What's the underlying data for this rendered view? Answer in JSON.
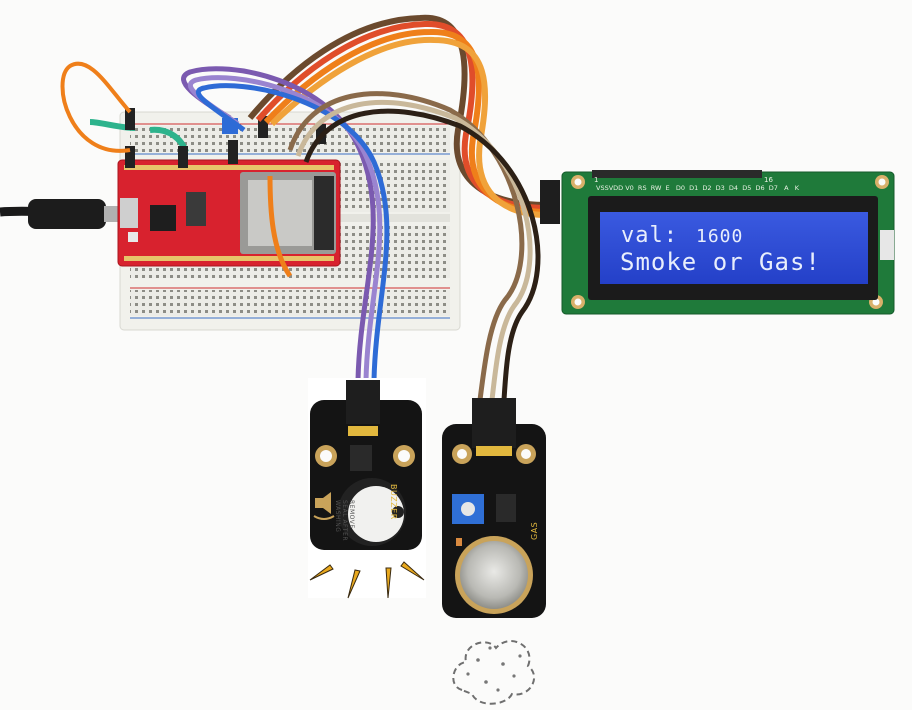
{
  "lcd": {
    "line1_label": "val:",
    "line1_value": "1600",
    "line2": "Smoke or Gas!",
    "pin_labels": "VSSVDD V0  RS  RW  E   D0  D1  D2  D3  D4  D5  D6  D7   A   K",
    "pin_first": "1",
    "pin_last": "16"
  },
  "buzzer_module": {
    "label": "BUZZER",
    "sticker_text": "REMOVE SEAL AFTER WASHING"
  },
  "gas_module": {
    "label": "GAS"
  },
  "colors": {
    "lcd_backlight": "#2f4fd6",
    "lcd_pcb": "#1f7a3a",
    "esp32_board": "#d8222e",
    "module_board": "#141414",
    "breadboard": "#eeeeea",
    "wire_orange": "#ef7f1a",
    "wire_purple": "#7b5ab0",
    "wire_brown": "#6b4a2e",
    "wire_blue": "#2e6bd6"
  },
  "icons": {
    "buzzer_sound": "sound-waves-icon",
    "gas_smoke": "smoke-cloud-icon"
  }
}
